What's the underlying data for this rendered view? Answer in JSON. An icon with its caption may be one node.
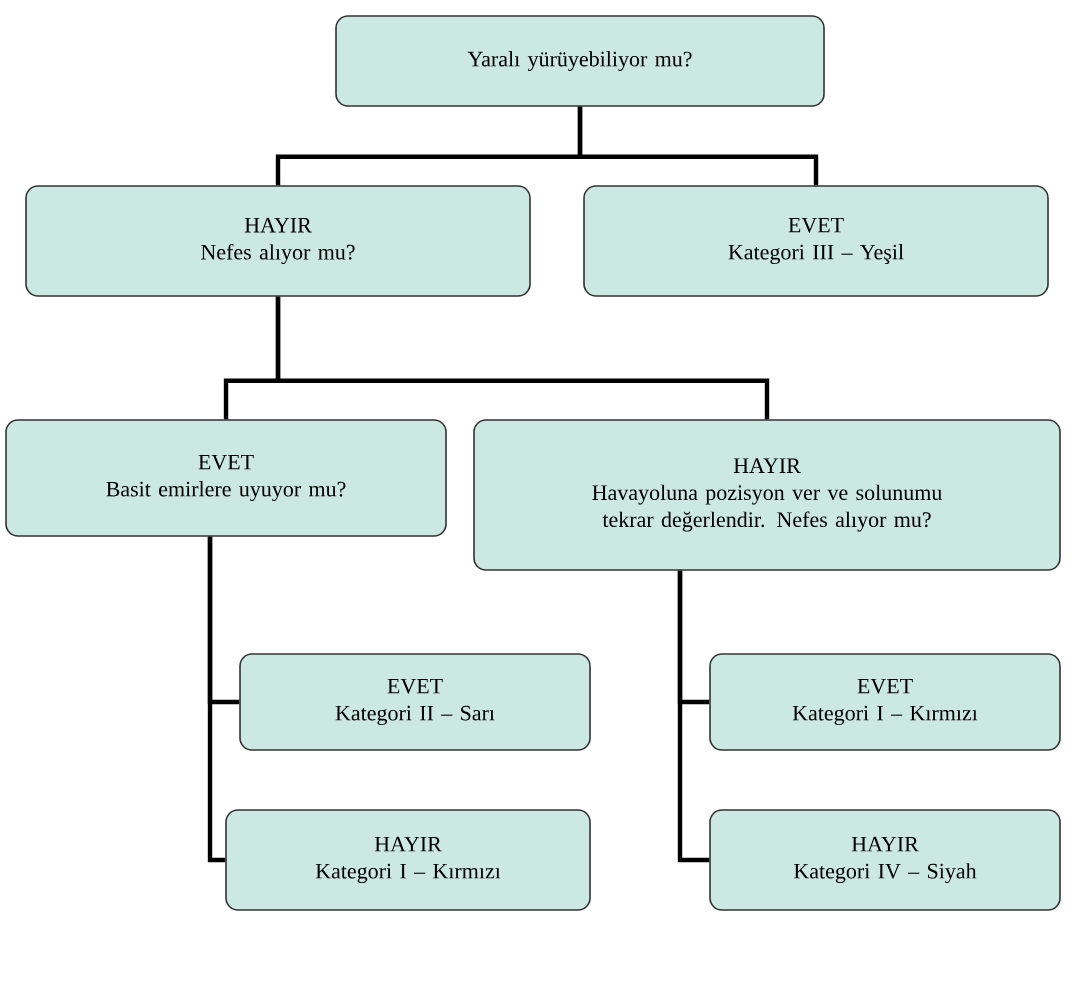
{
  "diagram": {
    "nodes": [
      {
        "text": [
          "Yaralı yürüyebiliyor mu?"
        ]
      },
      {
        "text": [
          "HAYIR",
          "Nefes alıyor mu?"
        ]
      },
      {
        "text": [
          "EVET",
          "Kategori III – Yeşil"
        ]
      },
      {
        "text": [
          "EVET",
          "Basit emirlere uyuyor mu?"
        ]
      },
      {
        "text": [
          "HAYIR",
          "Havayoluna pozisyon ver ve solunumu tekrar değerlendir. Nefes alıyor mu?"
        ]
      },
      {
        "text": [
          "EVET",
          "Kategori II – Sarı"
        ]
      },
      {
        "text": [
          "HAYIR",
          "Kategori I – Kırmızı"
        ]
      },
      {
        "text": [
          "EVET",
          "Kategori I – Kırmızı"
        ]
      },
      {
        "text": [
          "HAYIR",
          "Kategori IV – Siyah"
        ]
      }
    ],
    "edges": [
      {
        "from": 0,
        "to": 1,
        "arrow": "none"
      },
      {
        "from": 0,
        "to": 2,
        "arrow": "none"
      },
      {
        "from": 1,
        "to": 3,
        "arrow": "none"
      },
      {
        "from": 1,
        "to": 4,
        "arrow": "none"
      },
      {
        "from": 3,
        "to": 5,
        "arrow": "none"
      },
      {
        "from": 3,
        "to": 6,
        "arrow": "none"
      },
      {
        "from": 4,
        "to": 7,
        "arrow": "none"
      },
      {
        "from": 4,
        "to": 8,
        "arrow": "none"
      }
    ]
  }
}
